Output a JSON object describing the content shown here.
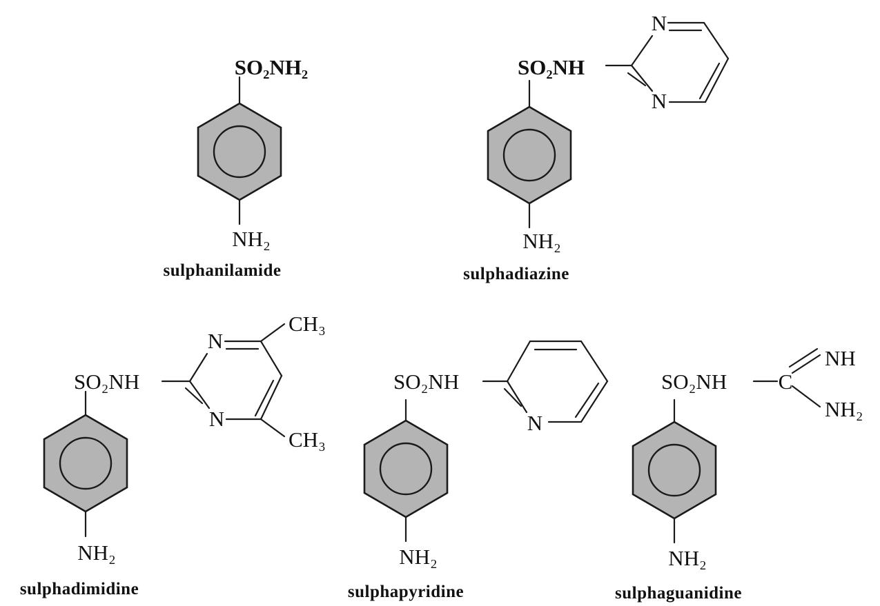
{
  "molecules": {
    "sulphanilamide": {
      "name": "sulphanilamide",
      "top_group": "SO₂NH₂",
      "bottom_group": "NH₂"
    },
    "sulphadiazine": {
      "name": "sulphadiazine",
      "top_group": "SO₂NH",
      "bottom_group": "NH₂",
      "ring_n_top": "N",
      "ring_n_bottom": "N"
    },
    "sulphadimidine": {
      "name": "sulphadimidine",
      "top_group": "SO₂NH",
      "bottom_group": "NH₂",
      "ring_n_top": "N",
      "ring_n_bottom": "N",
      "methyl_top": "CH₃",
      "methyl_bottom": "CH₃"
    },
    "sulphapyridine": {
      "name": "sulphapyridine",
      "top_group": "SO₂NH",
      "bottom_group": "NH₂",
      "ring_n": "N"
    },
    "sulphaguanidine": {
      "name": "sulphaguanidine",
      "top_group": "SO₂NH",
      "carbon": "C",
      "imine": "NH",
      "amine": "NH₂",
      "bottom_group": "NH₂"
    }
  }
}
